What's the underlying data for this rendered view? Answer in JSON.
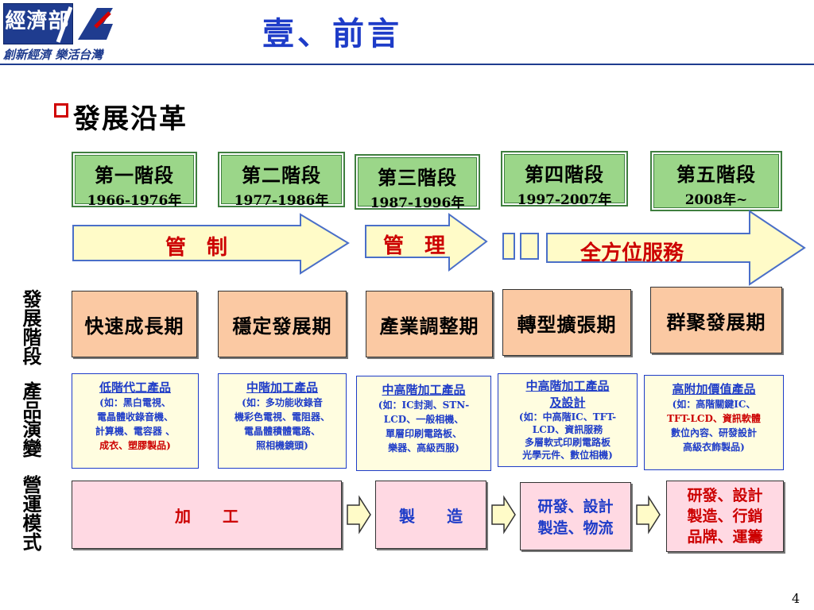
{
  "header": {
    "logo": "經濟部",
    "slogan": "創新經濟 樂活台灣",
    "title": "壹、前言"
  },
  "section_title": "發展沿革",
  "stages": [
    {
      "name": "第一階段",
      "years": "1966-1976年"
    },
    {
      "name": "第二階段",
      "years": "1977-1986年"
    },
    {
      "name": "第三階段",
      "years": "1987-1996年"
    },
    {
      "name": "第四階段",
      "years": "1997-2007年"
    },
    {
      "name": "第五階段",
      "years": "2008年~"
    }
  ],
  "arrows": {
    "control": "管　制",
    "manage": "管　理",
    "service": "全方位服務"
  },
  "side_label_top": "發展階段",
  "side_label_bottom": "產品演變",
  "side_label_ops": "營運模式",
  "phases": [
    "快速成長期",
    "穩定發展期",
    "產業調整期",
    "轉型擴張期",
    "群聚發展期"
  ],
  "products": [
    {
      "heading": "低階代工產品",
      "lines": [
        "(如：黑白電視、",
        "電晶體收錄音機、",
        "計算機、電容器 、",
        "成衣、塑膠製品)"
      ]
    },
    {
      "heading": "中階加工產品",
      "lines": [
        "(如：多功能收錄音",
        "機彩色電視、電阻器、",
        "電晶體積體電路、",
        "照相機鏡頭)"
      ]
    },
    {
      "heading": "中高階加工產品",
      "lines": [
        "(如：IC封測、STN-",
        "LCD、一般相機、",
        "單層印刷電路板、",
        "樂器、高級西服)"
      ]
    },
    {
      "heading": "中高階加工產品",
      "heading2": "及設計",
      "lines": [
        "(如：中高階IC、TFT-",
        "LCD、資訊服務",
        "多層軟式印刷電路板",
        "光學元件、數位相機)"
      ]
    },
    {
      "heading": "高附加價值產品",
      "lines": [
        "(如：高階關鍵IC、",
        "TFT-LCD、資訊軟體",
        "數位內容、研發設計",
        "高級衣飾製品)"
      ]
    }
  ],
  "operations": {
    "processing": "加　　工",
    "manufacturing": "製　　造",
    "rd_line1": "研發、設計",
    "rd_line2": "製造、物流",
    "final_line1": "研發、設計",
    "final_line2": "製造、行銷",
    "final_line3": "品牌、運籌"
  },
  "page_number": "4",
  "colors": {
    "title_blue": "#1e3cc8",
    "stage_green": "#9bd689",
    "arrow_yellow": "#fffbc8",
    "phase_orange": "#fbc9a3",
    "ops_pink": "#ffd9e3",
    "accent_red": "#cc0000"
  }
}
